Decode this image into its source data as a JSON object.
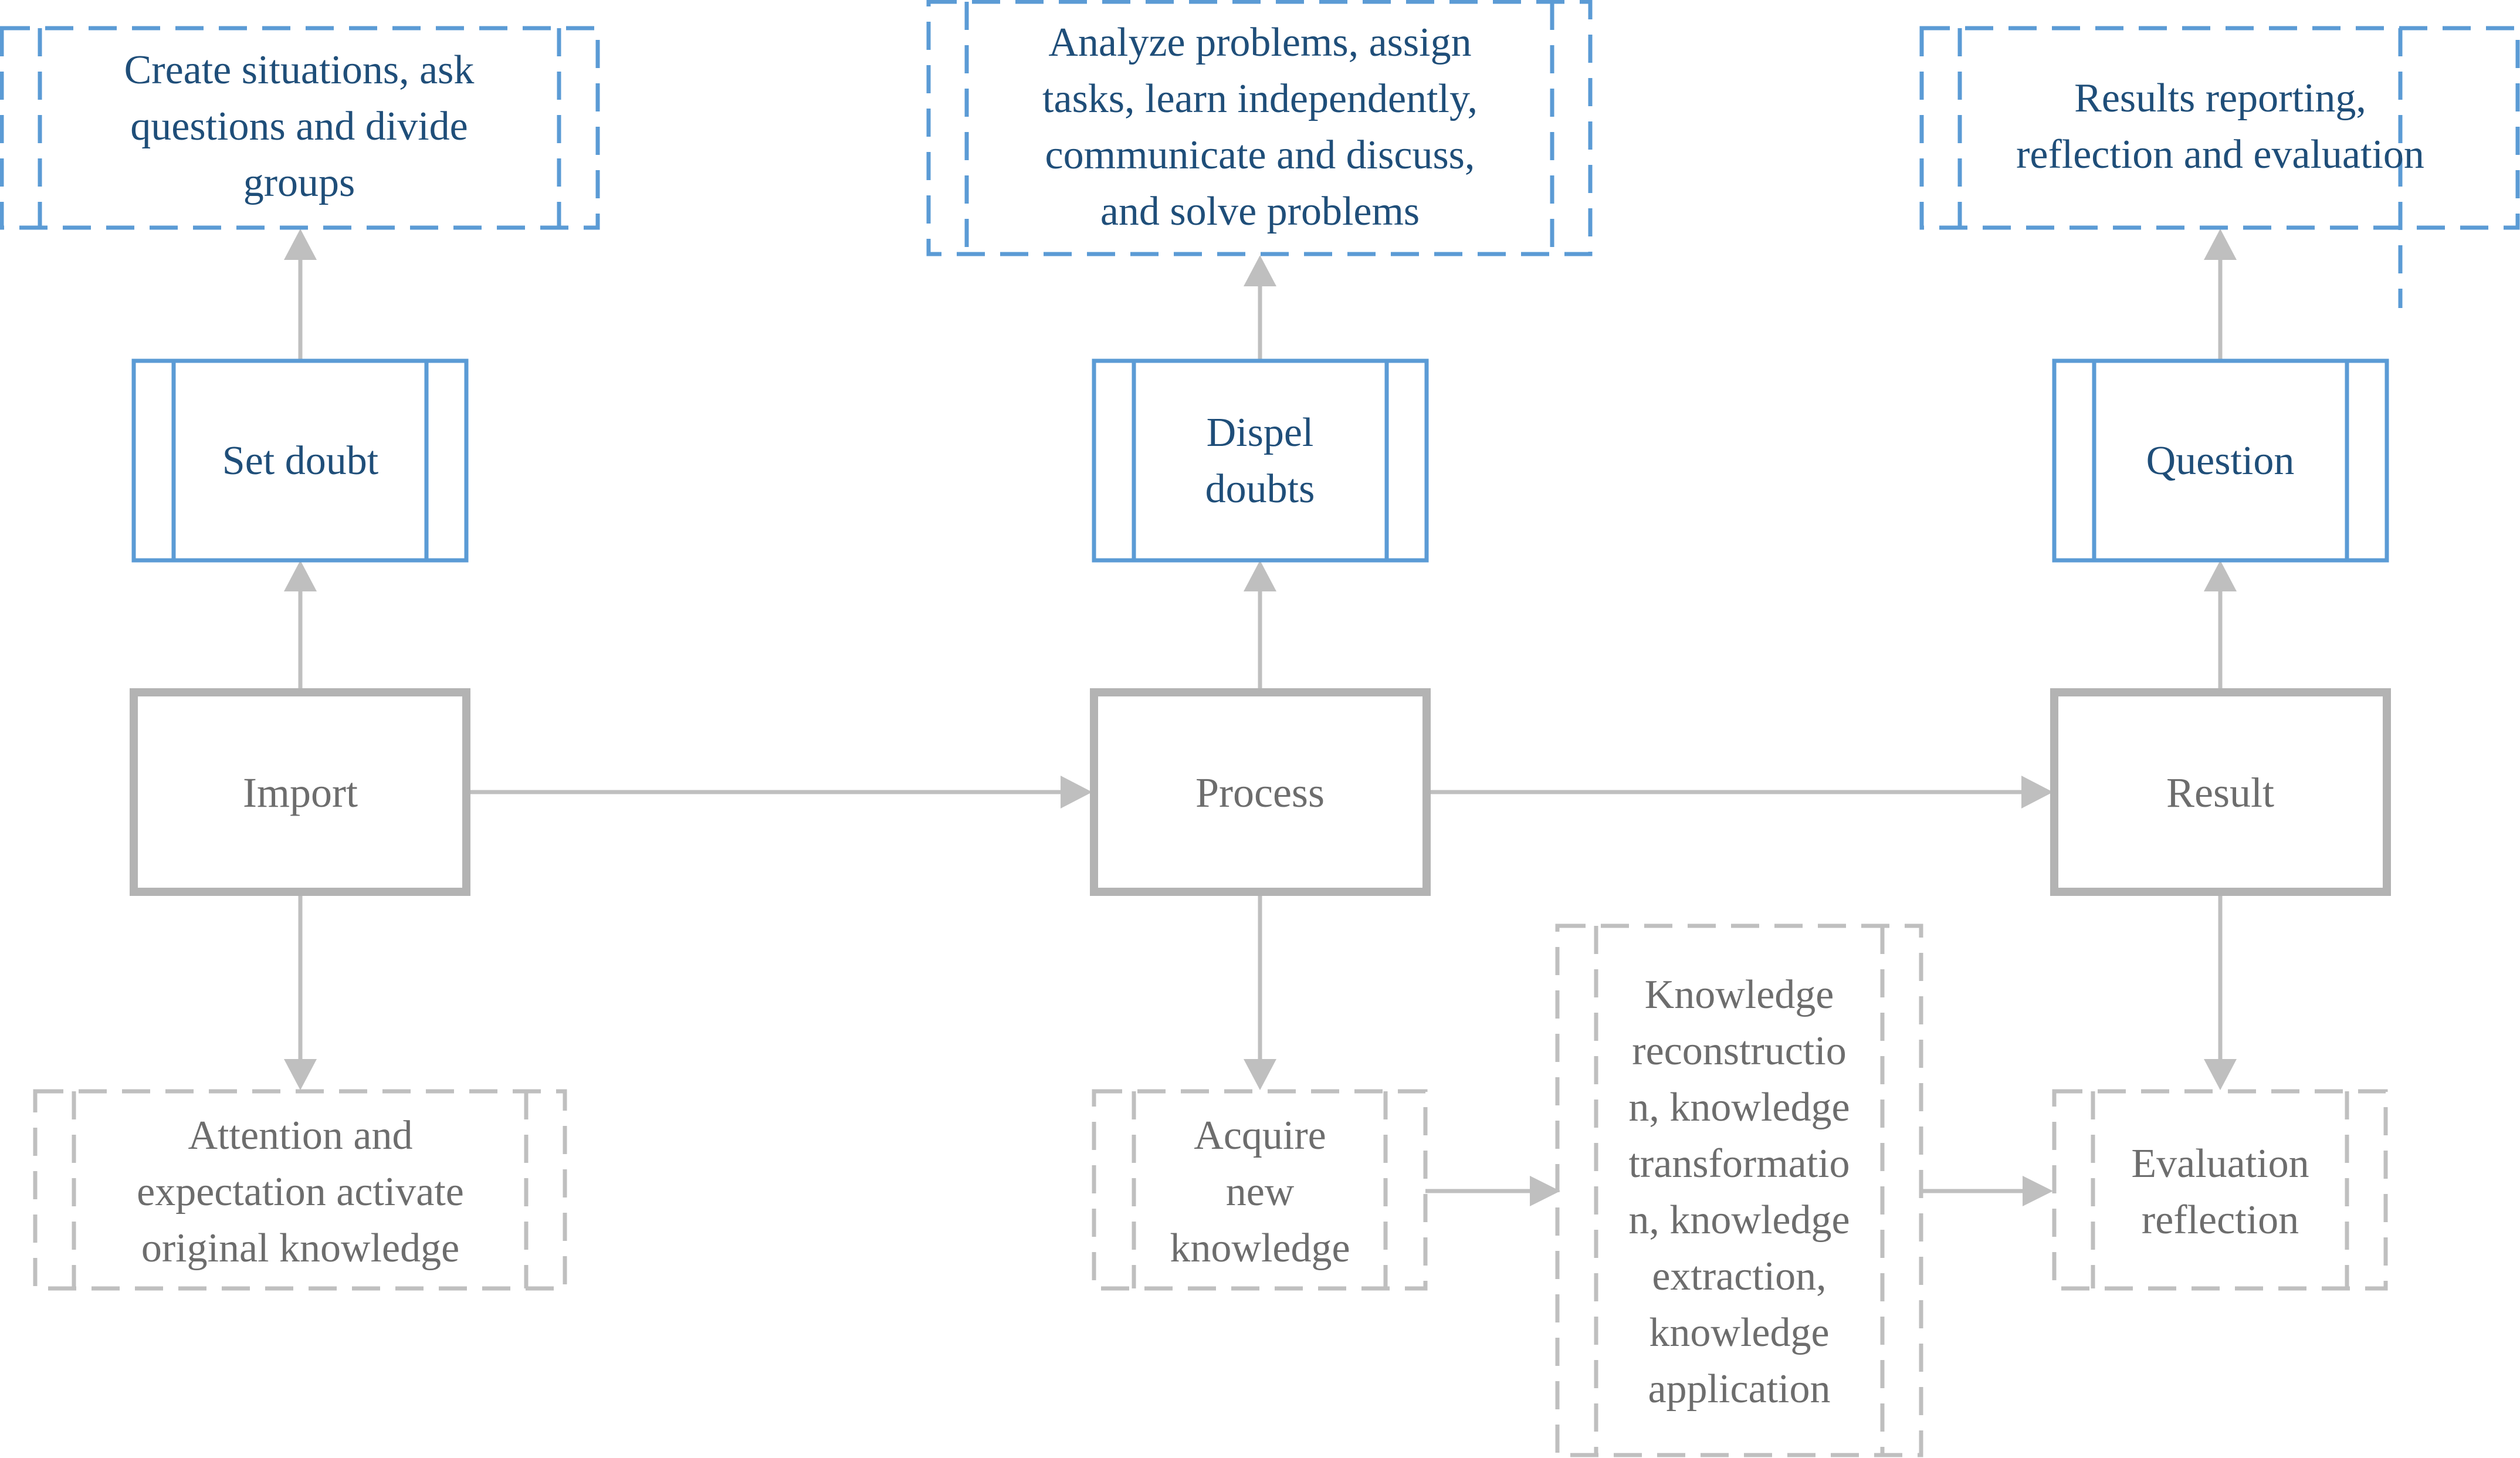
{
  "colors": {
    "blue": "#5b9bd5",
    "blue_text": "#1f4e79",
    "gray": "#bfbfbf",
    "gray_text": "#6d6d6d",
    "main_border": "#b3b3b3"
  },
  "main_nodes": {
    "import": "Import",
    "process": "Process",
    "result": "Result"
  },
  "question_stage": {
    "set_doubt": "Set doubt",
    "dispel_doubts": [
      "Dispel",
      "doubts"
    ],
    "question": "Question"
  },
  "activities": {
    "import": [
      "Create situations, ask",
      "questions and divide",
      "groups"
    ],
    "process": [
      "Analyze problems, assign",
      "tasks, learn independently,",
      "communicate and discuss,",
      "and solve problems"
    ],
    "result": [
      "Results reporting,",
      "reflection and evaluation"
    ]
  },
  "knowledge": {
    "import": [
      "Attention and",
      "expectation activate",
      "original knowledge"
    ],
    "process": [
      "Acquire",
      "new",
      "knowledge"
    ],
    "middle": [
      "Knowledge",
      "reconstructio",
      "n, knowledge",
      "transformatio",
      "n, knowledge",
      "extraction,",
      "knowledge",
      "application"
    ],
    "result": [
      "Evaluation",
      "reflection"
    ]
  }
}
